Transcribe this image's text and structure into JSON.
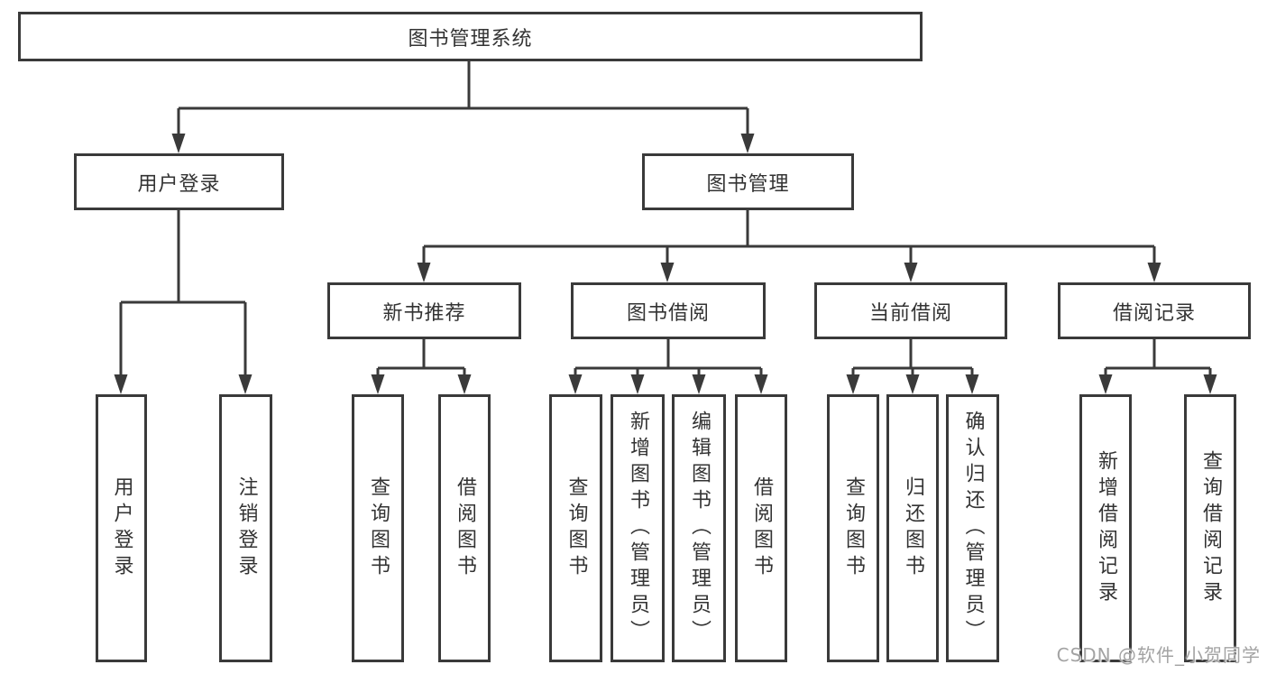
{
  "diagram_title": "图书管理系统",
  "watermark": "CSDN @软件_小贺同学",
  "colors": {
    "line": "#3a3a3a",
    "box_border": "#3a3a3a",
    "text": "#333333",
    "background": "#ffffff",
    "watermark_text": "#a3a3a3"
  },
  "nodes": {
    "root": {
      "label": "图书管理系统"
    },
    "user_login": {
      "label": "用户登录"
    },
    "book_mgmt": {
      "label": "图书管理"
    },
    "login": {
      "label": "用户登录"
    },
    "logout": {
      "label": "注销登录"
    },
    "new_book_rec": {
      "label": "新书推荐"
    },
    "book_borrow": {
      "label": "图书借阅"
    },
    "current_borrow": {
      "label": "当前借阅"
    },
    "borrow_records": {
      "label": "借阅记录"
    },
    "nbr_query_books": {
      "label": "查询图书"
    },
    "nbr_borrow_books": {
      "label": "借阅图书"
    },
    "bb_query_books": {
      "label": "查询图书"
    },
    "bb_add_books": {
      "label": "新增图书（管理员）"
    },
    "bb_edit_books": {
      "label": "编辑图书（管理员）"
    },
    "bb_borrow_books": {
      "label": "借阅图书"
    },
    "cb_query_books": {
      "label": "查询图书"
    },
    "cb_return_books": {
      "label": "归还图书"
    },
    "cb_confirm_return": {
      "label": "确认归还（管理员）"
    },
    "br_add_record": {
      "label": "新增借阅记录"
    },
    "br_query_record": {
      "label": "查询借阅记录"
    }
  },
  "hierarchy": {
    "root": [
      "user_login",
      "book_mgmt"
    ],
    "user_login": [
      "login",
      "logout"
    ],
    "book_mgmt": [
      "new_book_rec",
      "book_borrow",
      "current_borrow",
      "borrow_records"
    ],
    "new_book_rec": [
      "nbr_query_books",
      "nbr_borrow_books"
    ],
    "book_borrow": [
      "bb_query_books",
      "bb_add_books",
      "bb_edit_books",
      "bb_borrow_books"
    ],
    "current_borrow": [
      "cb_query_books",
      "cb_return_books",
      "cb_confirm_return"
    ],
    "borrow_records": [
      "br_add_record",
      "br_query_record"
    ]
  }
}
